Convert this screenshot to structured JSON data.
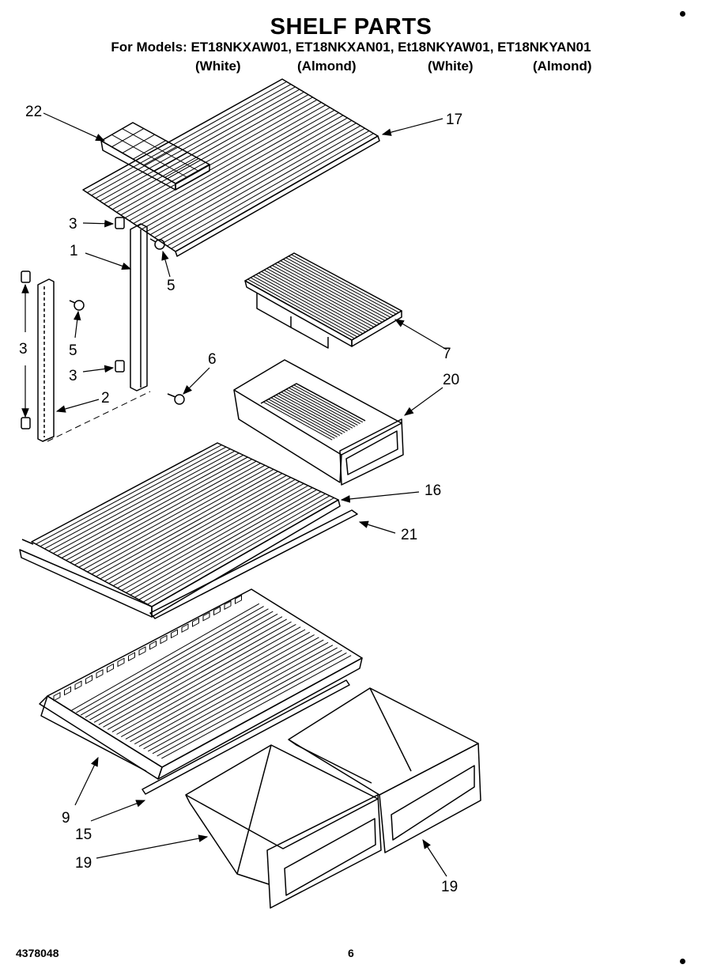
{
  "header": {
    "title": "SHELF PARTS",
    "models_line": "For Models: ET18NKXAW01, ET18NKXAN01, Et18NKYAW01, ET18NKYAN01",
    "colors": [
      "(White)",
      "(Almond)",
      "(White)",
      "(Almond)"
    ]
  },
  "callouts": {
    "c22": "22",
    "c17": "17",
    "c3a": "3",
    "c1": "1",
    "c5a": "5",
    "c3b": "3",
    "c5b": "5",
    "c3c": "3",
    "c6": "6",
    "c2": "2",
    "c7": "7",
    "c20": "20",
    "c16": "16",
    "c21": "21",
    "c9": "9",
    "c15": "15",
    "c19a": "19",
    "c19b": "19"
  },
  "footer": {
    "doc_number": "4378048",
    "page": "6"
  }
}
